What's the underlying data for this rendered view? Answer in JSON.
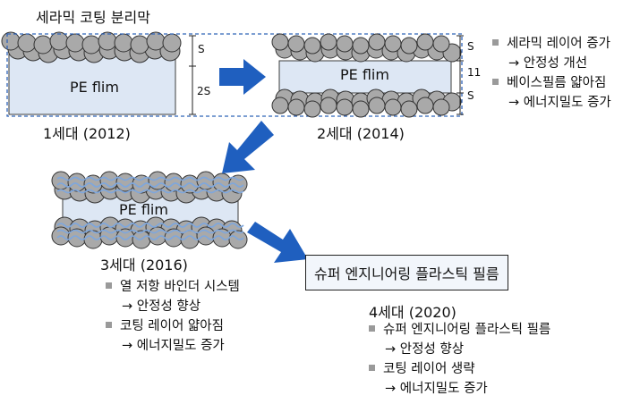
{
  "title": "세라믹 코팅 분리막",
  "film_label": "PE flim",
  "dim": {
    "s": "S",
    "two_s": "2S",
    "eleven": "11"
  },
  "generations": [
    {
      "label": "1세대 (2012)"
    },
    {
      "label": "2세대 (2014)"
    },
    {
      "label": "3세대 (2016)"
    },
    {
      "label": "4세대 (2020)"
    }
  ],
  "gen4_box": "슈퍼 엔지니어링 플라스틱 필름",
  "notes": {
    "gen2": [
      {
        "text": "세라믹 레이어 증가",
        "sub": "→ 안정성 개선"
      },
      {
        "text": "베이스필름 얇아짐",
        "sub": "→ 에너지밀도 증가"
      }
    ],
    "gen3": [
      {
        "text": "열 저항 바인더 시스템",
        "sub": "→ 안정성 향상"
      },
      {
        "text": "코팅 레이어 얇아짐",
        "sub": "→ 에너지밀도 증가"
      }
    ],
    "gen4": [
      {
        "text": "슈퍼 엔지니어링 플라스틱 필름",
        "sub": "→ 안정성 향상"
      },
      {
        "text": "코팅 레이어 생략",
        "sub": "→ 에너지밀도 증가"
      }
    ]
  },
  "colors": {
    "film": "#dde7f4",
    "ball": "#a9a9a9",
    "arrow": "#1f5fbf",
    "dash": "#2f63b8",
    "binder": "#7fa7dc"
  }
}
